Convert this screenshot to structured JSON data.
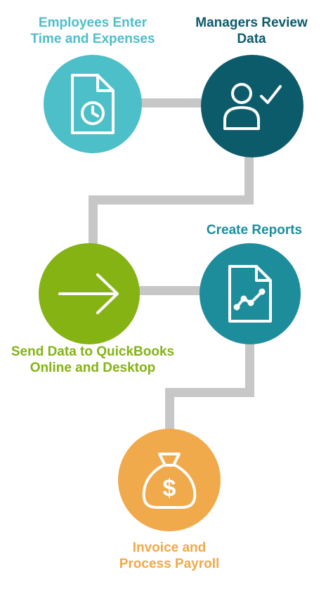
{
  "steps": [
    {
      "id": "time",
      "label_lines": [
        "Employees Enter",
        "Time and Expenses"
      ],
      "icon": "document-clock-icon",
      "color": "#4dbfc9",
      "label_color": "#4dbfc9"
    },
    {
      "id": "review",
      "label_lines": [
        "Managers Review",
        "Data"
      ],
      "icon": "user-check-icon",
      "color": "#0c5b6b",
      "label_color": "#0c5b6b"
    },
    {
      "id": "send",
      "label_lines": [
        "Send Data to QuickBooks",
        "Online and Desktop"
      ],
      "icon": "arrow-right-icon",
      "color": "#84b313",
      "label_color": "#84b313"
    },
    {
      "id": "reports",
      "label_lines": [
        "Create Reports"
      ],
      "icon": "report-chart-icon",
      "color": "#1d8d9c",
      "label_color": "#1d8d9c"
    },
    {
      "id": "payroll",
      "label_lines": [
        "Invoice and",
        "Process Payroll"
      ],
      "icon": "money-bag-icon",
      "color": "#f0a94b",
      "label_color": "#f0a94b"
    }
  ],
  "connector_color": "#c7c7c7"
}
